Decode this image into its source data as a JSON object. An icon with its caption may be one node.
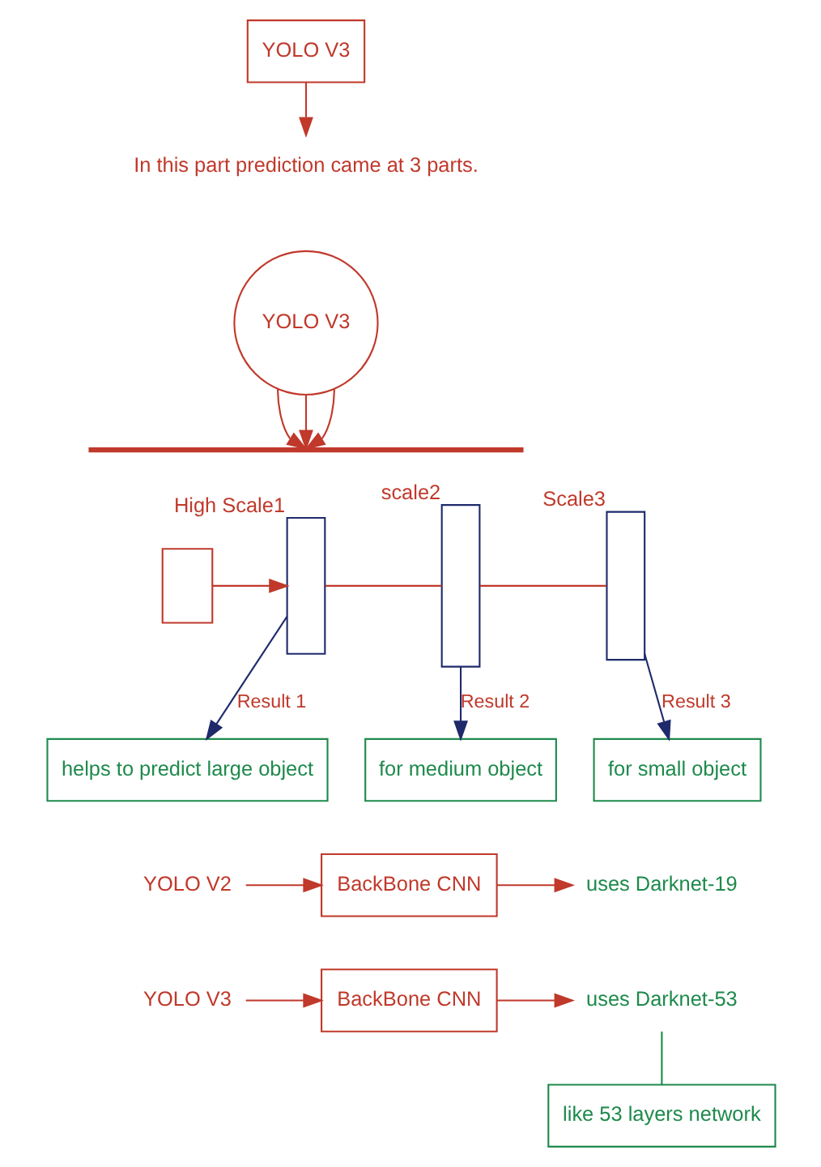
{
  "diagram": {
    "nodes": [
      {
        "text": [
          "YOLO V3"
        ]
      },
      {
        "text": [
          "In this part prediction came at 3 parts."
        ]
      },
      {
        "text": [
          "YOLO V3"
        ]
      },
      {
        "text": [],
        "shape": "bar"
      },
      {
        "text": [],
        "shape": "box"
      },
      {
        "text": [],
        "shape": "box",
        "beside": [
          "High Scale1"
        ]
      },
      {
        "text": [],
        "shape": "box",
        "beside": [
          "scale2"
        ]
      },
      {
        "text": [],
        "shape": "box",
        "beside": [
          "Scale3"
        ]
      },
      {
        "text": [
          "helps to predict large object"
        ]
      },
      {
        "text": [
          "for medium object"
        ]
      },
      {
        "text": [
          "for small object"
        ]
      },
      {
        "text": [
          "YOLO V2"
        ]
      },
      {
        "text": [
          "BackBone CNN"
        ]
      },
      {
        "text": [
          "uses Darknet-19"
        ]
      },
      {
        "text": [
          "YOLO V3"
        ]
      },
      {
        "text": [
          "BackBone CNN"
        ]
      },
      {
        "text": [
          "uses Darknet-53"
        ]
      },
      {
        "text": [
          "like 53 layers network"
        ]
      }
    ],
    "edges": [
      {
        "from": 0,
        "to": 1,
        "arrow": "to"
      },
      {
        "from": 2,
        "to": 3,
        "arrow": "to"
      },
      {
        "from": 2,
        "to": 3,
        "arrow": "to"
      },
      {
        "from": 2,
        "to": 3,
        "arrow": "to"
      },
      {
        "from": 4,
        "to": 5,
        "arrow": "to"
      },
      {
        "from": 5,
        "to": 6,
        "arrow": "none"
      },
      {
        "from": 6,
        "to": 7,
        "arrow": "none"
      },
      {
        "from": 5,
        "to": 8,
        "arrow": "to",
        "label": "Result 1",
        "color": "#1f2a6b"
      },
      {
        "from": 6,
        "to": 9,
        "arrow": "to",
        "label": "Result 2",
        "color": "#1f2a6b"
      },
      {
        "from": 7,
        "to": 10,
        "arrow": "to",
        "label": "Result 3",
        "color": "#1f2a6b"
      },
      {
        "from": 11,
        "to": 12,
        "arrow": "to"
      },
      {
        "from": 12,
        "to": 13,
        "arrow": "to"
      },
      {
        "from": 14,
        "to": 15,
        "arrow": "to"
      },
      {
        "from": 15,
        "to": 16,
        "arrow": "to"
      },
      {
        "from": 16,
        "to": 17,
        "arrow": "none",
        "color": "#1e8a4c"
      }
    ]
  }
}
